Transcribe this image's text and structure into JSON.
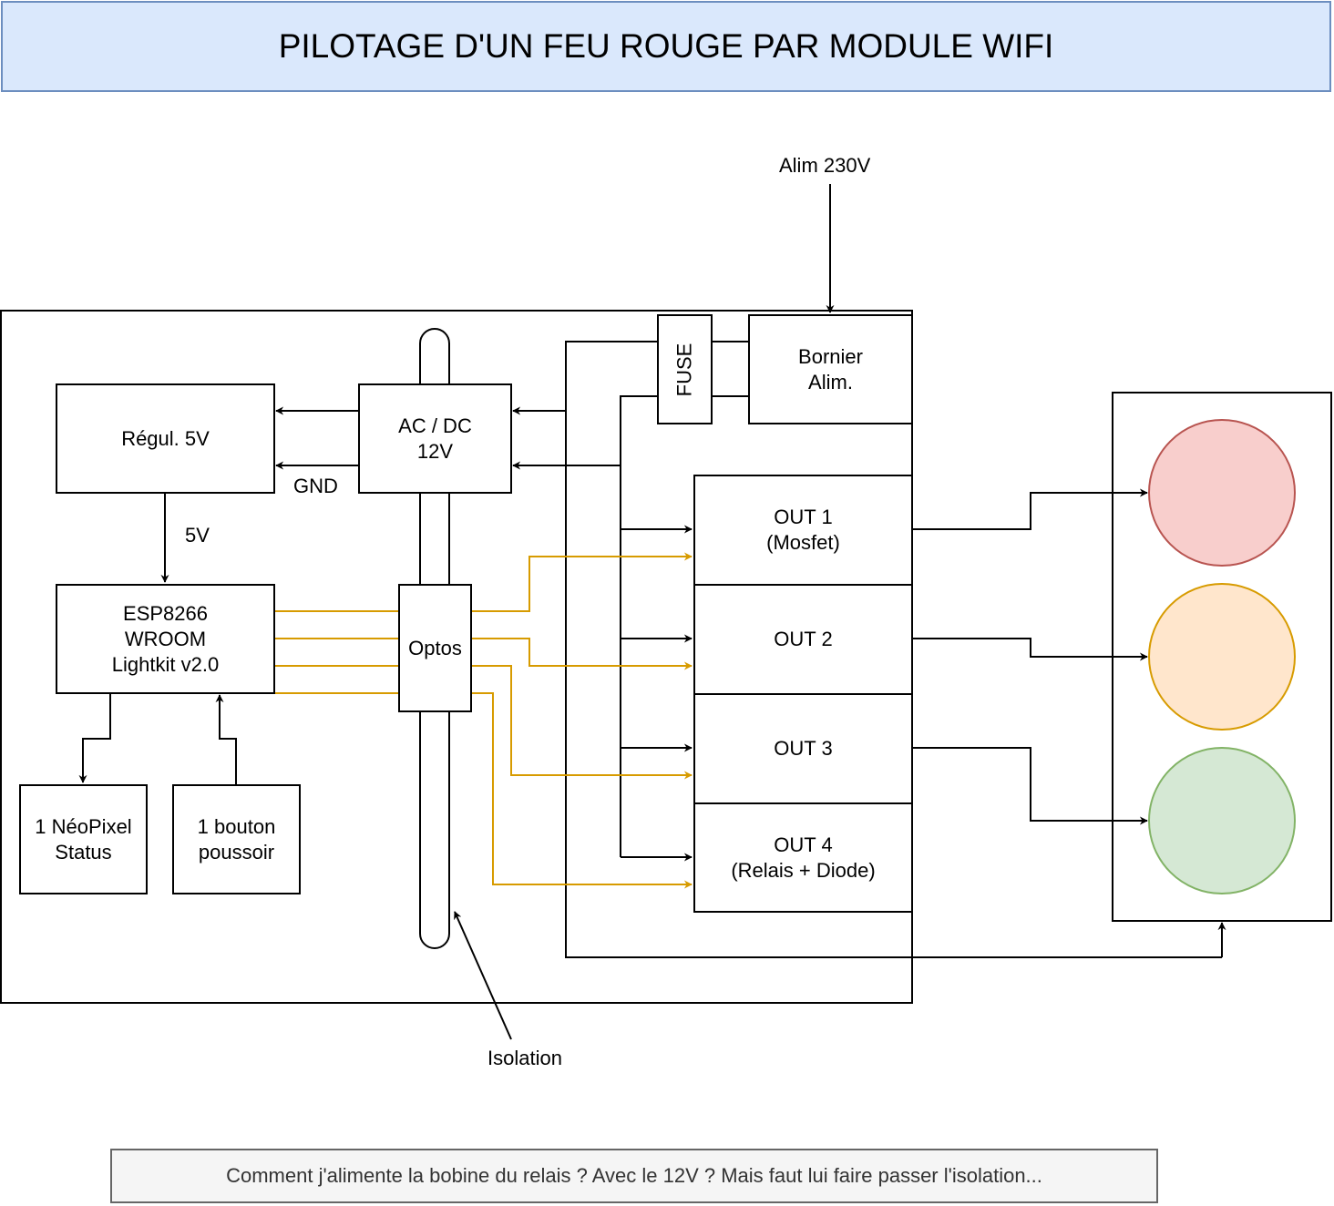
{
  "title": "PILOTAGE D'UN FEU ROUGE PAR MODULE WIFI",
  "blocks": {
    "regul": "Régul. 5V",
    "acdc": "AC / DC\n12V",
    "fuse": "FUSE",
    "bornier": "Bornier\nAlim.",
    "esp": "ESP8266\nWROOM\nLightkit v2.0",
    "optos": "Optos",
    "neopixel": "1 NéoPixel\nStatus",
    "bouton": "1 bouton\npoussoir",
    "out1": "OUT 1\n(Mosfet)",
    "out2": "OUT 2",
    "out3": "OUT 3",
    "out4": "OUT 4\n(Relais + Diode)"
  },
  "labels": {
    "alim": "Alim 230V",
    "gnd": "GND",
    "v5": "5V",
    "isolation": "Isolation"
  },
  "note": "Comment j'alimente la bobine du relais ? Avec le 12V ? Mais faut lui faire passer l'isolation...",
  "colors": {
    "signal_wire": "#d79b00",
    "red_light_fill": "#f8cecc",
    "red_light_stroke": "#b85450",
    "orange_light_fill": "#ffe6cc",
    "orange_light_stroke": "#d79b00",
    "green_light_fill": "#d5e8d4",
    "green_light_stroke": "#82b366",
    "title_fill": "#dae8fc",
    "title_stroke": "#6c8ebf"
  }
}
